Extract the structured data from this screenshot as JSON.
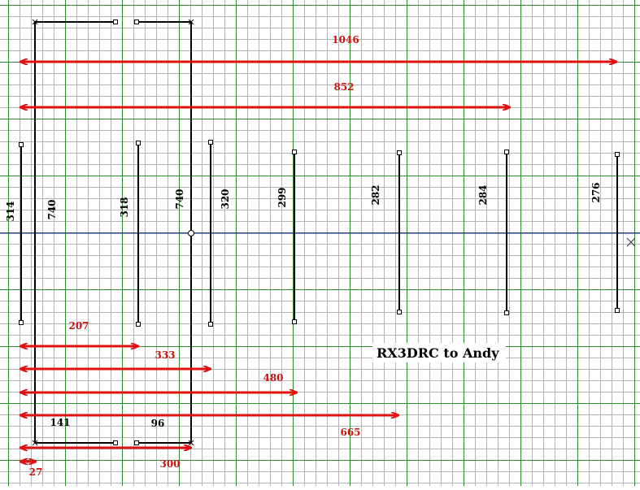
{
  "caption": "RX3DRC to Andy",
  "colors": {
    "grid_minor": "#b4b4b4",
    "grid_major": "#2e8b2e",
    "axis": "#1a1a8c",
    "dimension": "#e01010",
    "element": "#000000",
    "text_black": "#000000",
    "text_red": "#cc1111"
  },
  "horizontal_dimensions": [
    {
      "id": "dim-1046",
      "value": "1046"
    },
    {
      "id": "dim-852",
      "value": "852"
    },
    {
      "id": "dim-207",
      "value": "207"
    },
    {
      "id": "dim-333",
      "value": "333"
    },
    {
      "id": "dim-480",
      "value": "480"
    },
    {
      "id": "dim-665",
      "value": "665"
    },
    {
      "id": "dim-300",
      "value": "300"
    },
    {
      "id": "dim-27",
      "value": "27"
    }
  ],
  "element_lengths": [
    {
      "id": "len-314",
      "value": "314"
    },
    {
      "id": "len-740-a",
      "value": "740"
    },
    {
      "id": "len-318",
      "value": "318"
    },
    {
      "id": "len-740-b",
      "value": "740"
    },
    {
      "id": "len-320",
      "value": "320"
    },
    {
      "id": "len-299",
      "value": "299"
    },
    {
      "id": "len-282",
      "value": "282"
    },
    {
      "id": "len-284",
      "value": "284"
    },
    {
      "id": "len-276",
      "value": "276"
    }
  ],
  "segment_labels": [
    {
      "id": "seg-141",
      "value": "141"
    },
    {
      "id": "seg-96",
      "value": "96"
    }
  ]
}
